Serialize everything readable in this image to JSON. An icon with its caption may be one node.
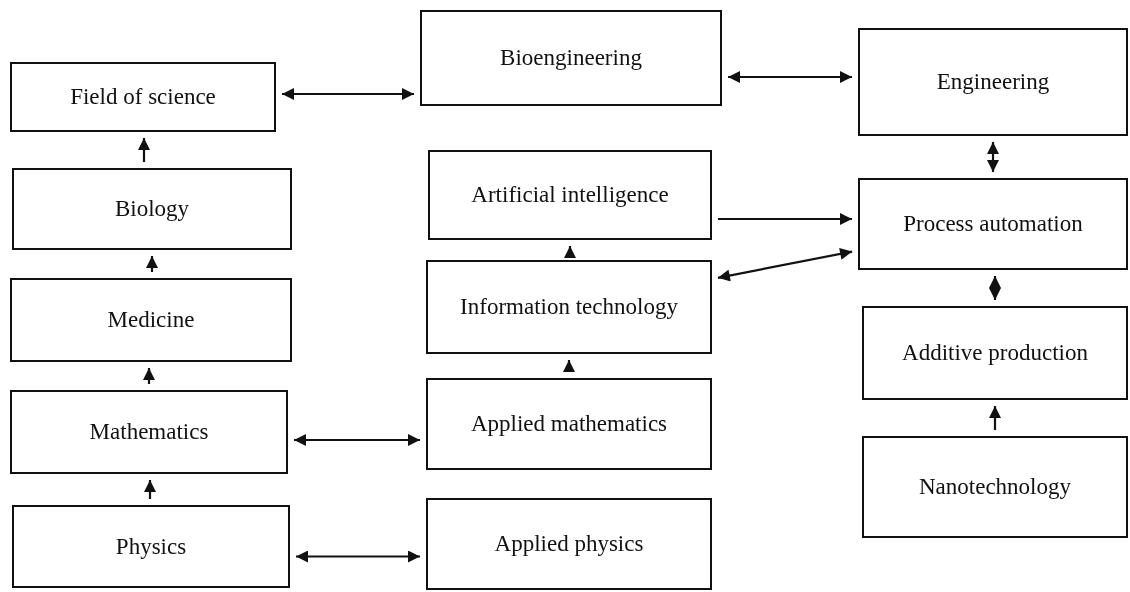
{
  "diagram": {
    "nodes": [
      {
        "text": [
          "Field of science"
        ]
      },
      {
        "text": [
          "Bioengineering"
        ]
      },
      {
        "text": [
          "Engineering"
        ]
      },
      {
        "text": [
          "Biology"
        ]
      },
      {
        "text": [
          "Artificial intelligence"
        ]
      },
      {
        "text": [
          "Process automation"
        ]
      },
      {
        "text": [
          "Medicine"
        ]
      },
      {
        "text": [
          "Information technology"
        ]
      },
      {
        "text": [
          "Additive production"
        ]
      },
      {
        "text": [
          "Mathematics"
        ]
      },
      {
        "text": [
          "Applied mathematics"
        ]
      },
      {
        "text": [
          "Nanotechnology"
        ]
      },
      {
        "text": [
          "Physics"
        ]
      },
      {
        "text": [
          "Applied physics"
        ]
      }
    ],
    "edges": [
      {
        "from": 0,
        "to": 1,
        "arrow": "both"
      },
      {
        "from": 1,
        "to": 2,
        "arrow": "both"
      },
      {
        "from": 3,
        "to": 0,
        "arrow": "to"
      },
      {
        "from": 6,
        "to": 3,
        "arrow": "to"
      },
      {
        "from": 9,
        "to": 6,
        "arrow": "to"
      },
      {
        "from": 12,
        "to": 9,
        "arrow": "to"
      },
      {
        "from": 9,
        "to": 10,
        "arrow": "both"
      },
      {
        "from": 12,
        "to": 13,
        "arrow": "both"
      },
      {
        "from": 10,
        "to": 7,
        "arrow": "to"
      },
      {
        "from": 7,
        "to": 4,
        "arrow": "to"
      },
      {
        "from": 4,
        "to": 5,
        "arrow": "to"
      },
      {
        "from": 5,
        "to": 7,
        "arrow": "both"
      },
      {
        "from": 2,
        "to": 5,
        "arrow": "both"
      },
      {
        "from": 5,
        "to": 8,
        "arrow": "both"
      },
      {
        "from": 11,
        "to": 8,
        "arrow": "to"
      }
    ]
  }
}
